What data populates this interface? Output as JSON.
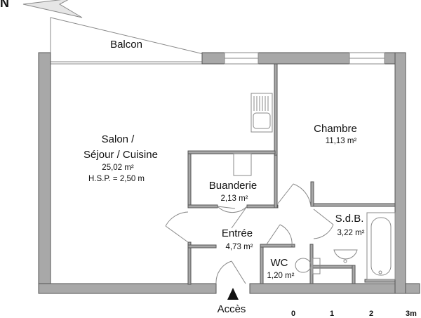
{
  "plan": {
    "type": "floor-plan",
    "north_label": "N",
    "colors": {
      "wall_fill": "#a8a8a8",
      "wall_stroke": "#555555",
      "line": "#888888",
      "text": "#111111",
      "north_arrow_fill": "#e6e6e6"
    },
    "rooms": [
      {
        "id": "balcon",
        "name": "Balcon",
        "area": ""
      },
      {
        "id": "salon",
        "name_line1": "Salon /",
        "name_line2": "Séjour / Cuisine",
        "area": "25,02 m²",
        "ceiling_height": "H.S.P. = 2,50 m"
      },
      {
        "id": "chambre",
        "name": "Chambre",
        "area": "11,13 m²"
      },
      {
        "id": "buanderie",
        "name": "Buanderie",
        "area": "2,13 m²"
      },
      {
        "id": "entree",
        "name": "Entrée",
        "area": "4,73 m²"
      },
      {
        "id": "sdb",
        "name": "S.d.B.",
        "area": "3,22 m²"
      },
      {
        "id": "wc",
        "name": "WC",
        "area": "1,20 m²"
      }
    ],
    "access_label": "Accès",
    "scale": {
      "ticks": [
        "0",
        "1",
        "2",
        "3m"
      ]
    }
  }
}
